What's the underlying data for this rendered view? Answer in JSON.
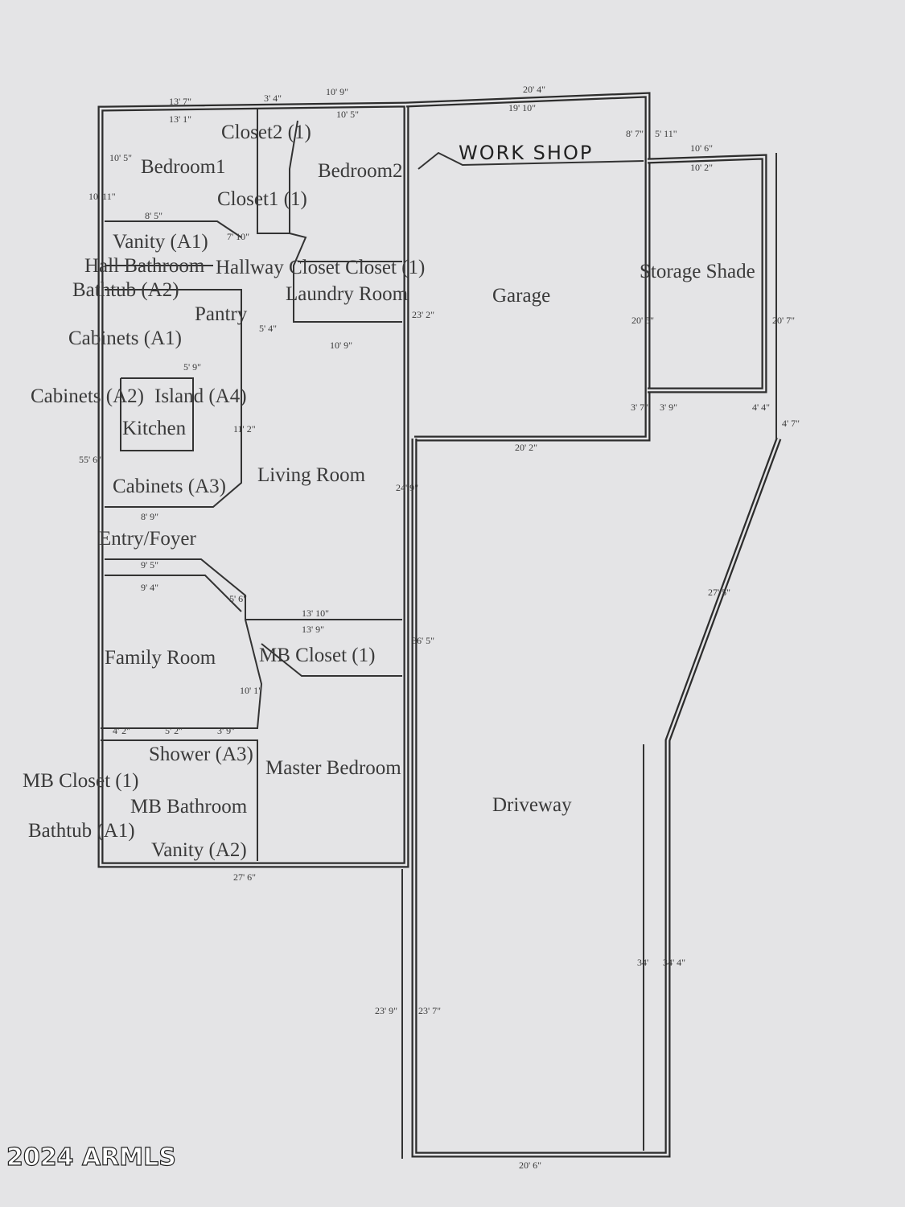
{
  "rooms": {
    "bedroom1": "Bedroom1",
    "bedroom2": "Bedroom2",
    "closet2": "Closet2 (1)",
    "closet1": "Closet1 (1)",
    "vanity_a1": "Vanity (A1)",
    "hall_bathroom": "Hall Bathroom",
    "hallway_closet": "Hallway Closet Closet (1)",
    "laundry_room": "Laundry Room",
    "bathtub_a2": "Bathtub (A2)",
    "pantry": "Pantry",
    "cabinets_a1": "Cabinets (A1)",
    "cabinets_a2": "Cabinets (A2)",
    "island_a4": "Island (A4)",
    "kitchen": "Kitchen",
    "cabinets_a3": "Cabinets (A3)",
    "living_room": "Living Room",
    "entry_foyer": "Entry/Foyer",
    "family_room": "Family Room",
    "mb_closet_1": "MB Closet (1)",
    "mb_closet_2": "MB Closet (1)",
    "shower_a3": "Shower (A3)",
    "master_bedroom": "Master Bedroom",
    "mb_bathroom": "MB Bathroom",
    "bathtub_a1": "Bathtub (A1)",
    "vanity_a2": "Vanity (A2)",
    "garage": "Garage",
    "storage_shade": "Storage Shade",
    "driveway": "Driveway"
  },
  "handwritten_label": "WORK SHOP",
  "dimensions": {
    "top_left": "13' 7\"",
    "top_mid": "3' 4\"",
    "top_109": "10' 9\"",
    "top_garage": "20' 4\"",
    "in_131": "13' 1\"",
    "in_105": "10' 5\"",
    "garage_1910": "19' 10\"",
    "garage_87": "8' 7\"",
    "garage_511": "5' 11\"",
    "shade_106": "10' 6\"",
    "shade_102": "10' 2\"",
    "bed1_1011": "10' 11\"",
    "bed1_105": "10' 5\"",
    "bed1_85": "8' 5\"",
    "hall_710": "7' 10\"",
    "laundry_109": "10' 9\"",
    "laundry_54": "5' 4\"",
    "kitchen_59": "5' 9\"",
    "kitchen_112": "11' 2\"",
    "kitchen_89": "8' 9\"",
    "left_556": "55' 6\"",
    "foyer_95": "9' 5\"",
    "family_94": "9' 4\"",
    "angle_56": "5' 6\"",
    "mb_1310": "13' 10\"",
    "mb_139": "13' 9\"",
    "living_249": "24' 9\"",
    "right_365": "36' 5\"",
    "garage_232": "23' 2\"",
    "garage_202": "20' 2\"",
    "shade_205": "20' 5\"",
    "shade_207": "20' 7\"",
    "shade_37": "3' 7\"",
    "shade_39": "3' 9\"",
    "shade_44": "4' 4\"",
    "shade_47": "4' 7\"",
    "drive_275": "27' 5\"",
    "mbbath_42": "4' 2\"",
    "mbbath_52": "5' 2\"",
    "mbbath_39": "3' 9\"",
    "mb_101": "10' 1\"",
    "bottom_276": "27' 6\"",
    "drive_239": "23' 9\"",
    "drive_237": "23' 7\"",
    "drive_34": "34'",
    "drive_344": "34' 4\"",
    "drive_206": "20' 6\""
  },
  "watermark": "2024 ARMLS",
  "colors": {
    "paper": "#e4e4e6",
    "ink": "#2d2d2d"
  }
}
